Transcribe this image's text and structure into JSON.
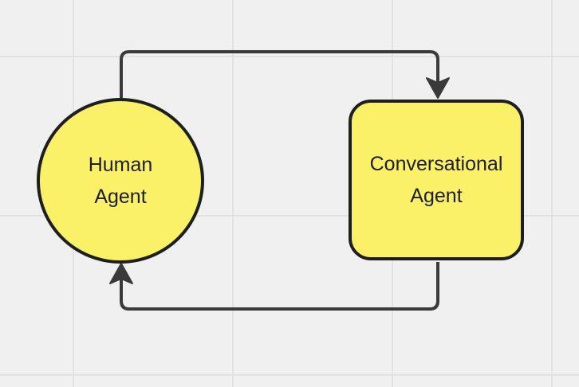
{
  "theme": {
    "bg_color": "#f0f0f0",
    "grid_color": "#e2e2e2",
    "node_fill": "#fbf169",
    "node_stroke": "#1e1e1e",
    "edge_color": "#3a3a3a",
    "text_color": "#1d1d1d"
  },
  "diagram": {
    "type": "flow-loop",
    "nodes": {
      "human": {
        "shape": "circle",
        "line1": "Human",
        "line2": "Agent"
      },
      "conversational": {
        "shape": "rounded-rectangle",
        "line1": "Conversational",
        "line2": "Agent"
      }
    },
    "edges": [
      {
        "from": "human",
        "to": "conversational",
        "route": "up-right-down",
        "arrow": "into top of Conversational Agent"
      },
      {
        "from": "conversational",
        "to": "human",
        "route": "down-left-up",
        "arrow": "into bottom of Human Agent"
      }
    ]
  }
}
